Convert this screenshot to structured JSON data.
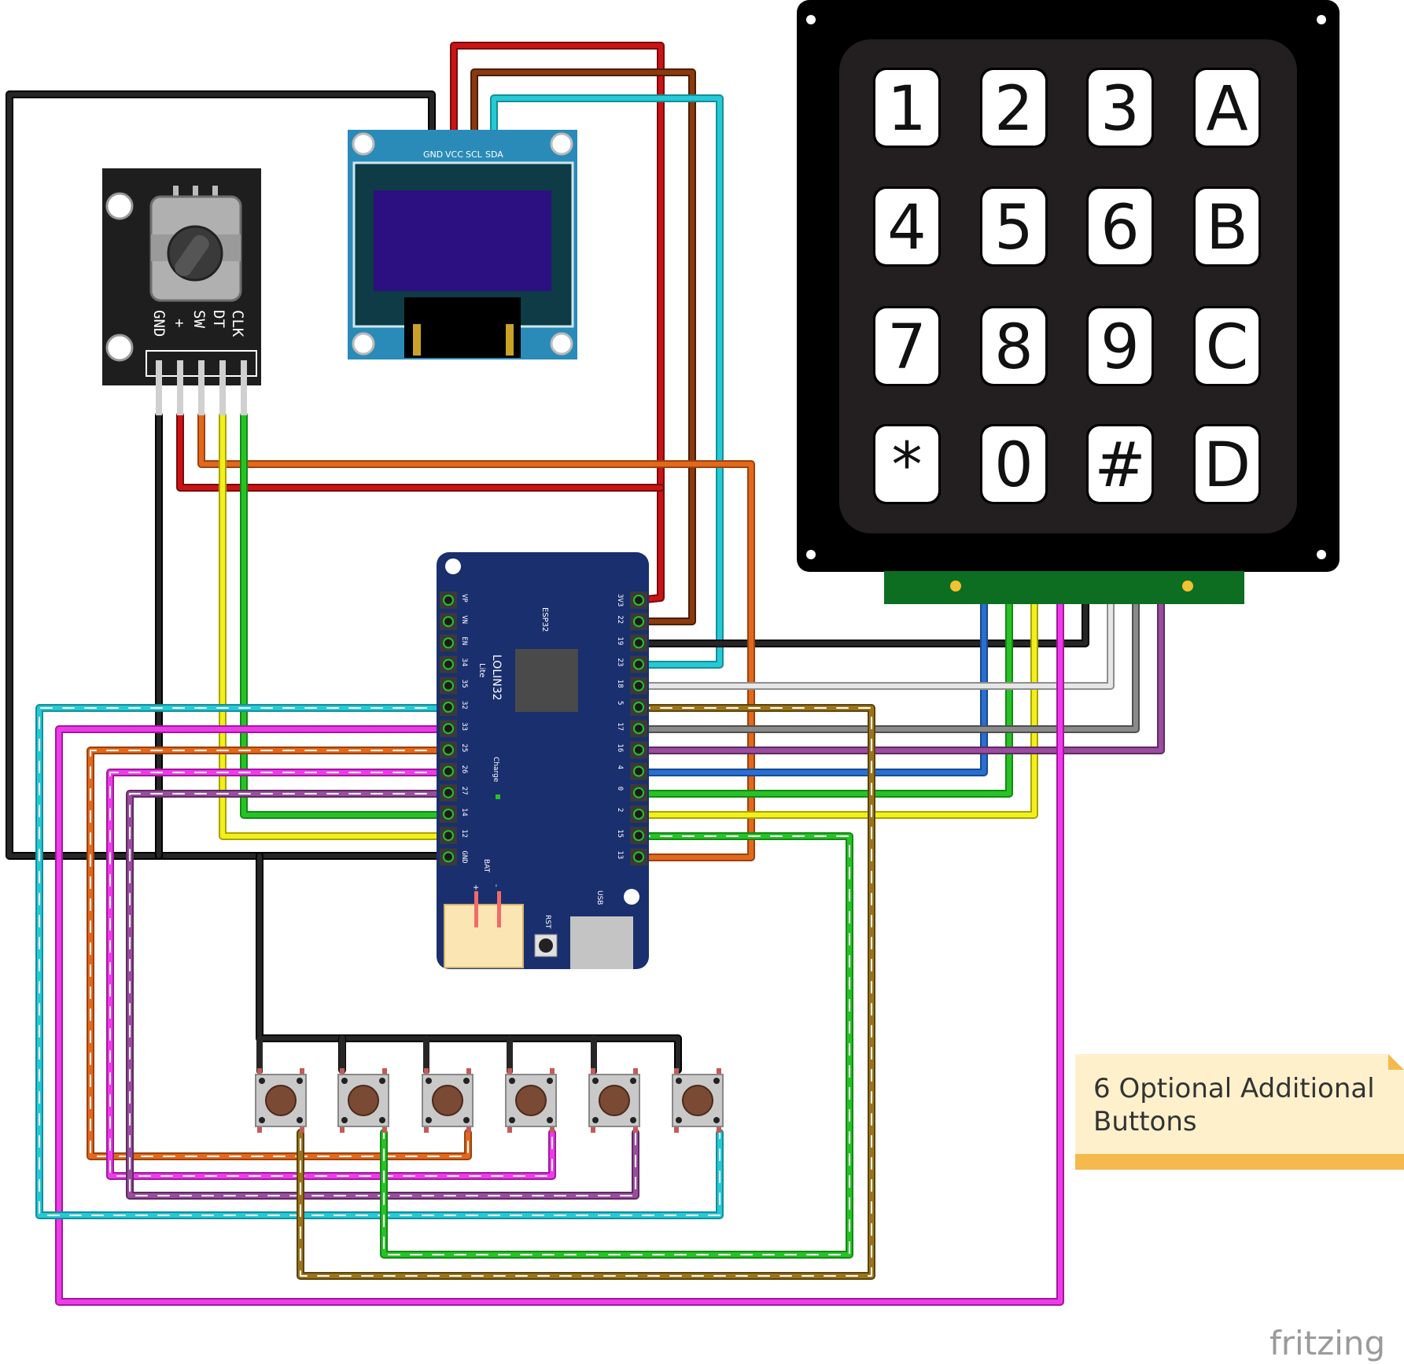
{
  "encoder": {
    "pins": [
      "CLK",
      "DT",
      "SW",
      "+",
      "GND"
    ]
  },
  "oled": {
    "pins": [
      "GND",
      "VCC",
      "SCL",
      "SDA"
    ]
  },
  "keypad": {
    "keys": [
      "1",
      "2",
      "3",
      "A",
      "4",
      "5",
      "6",
      "B",
      "7",
      "8",
      "9",
      "C",
      "*",
      "0",
      "#",
      "D"
    ]
  },
  "board": {
    "name": "LOLIN32",
    "subtitle": "Lite",
    "chip": "ESP32",
    "charge": "Charge",
    "bat": "BAT",
    "bat_plus": "+",
    "bat_minus": "-",
    "rst": "RST",
    "usb": "USB",
    "left_pins": [
      "VP",
      "VN",
      "EN",
      "34",
      "35",
      "32",
      "33",
      "25",
      "26",
      "27",
      "14",
      "12",
      "GND"
    ],
    "right_pins": [
      "3V3",
      "22",
      "19",
      "23",
      "18",
      "5",
      "17",
      "16",
      "4",
      "0",
      "2",
      "15",
      "13"
    ]
  },
  "note": {
    "line1": "6 Optional Additional",
    "line2": "Buttons"
  },
  "logo": "fritzing",
  "colors": {
    "red": "#c81414",
    "brown": "#8b3a0e",
    "cyan": "#26c9d6",
    "black": "#1a1a1a",
    "orange": "#e2691b",
    "yellow": "#f2ef1d",
    "green": "#27c227",
    "blue": "#2a6fd0",
    "white_wire": "#e0e0e0",
    "grey_wire": "#8a8a8a",
    "purple": "#9a4c9f",
    "magenta": "#ee3bea",
    "olive": "#9b7419"
  }
}
